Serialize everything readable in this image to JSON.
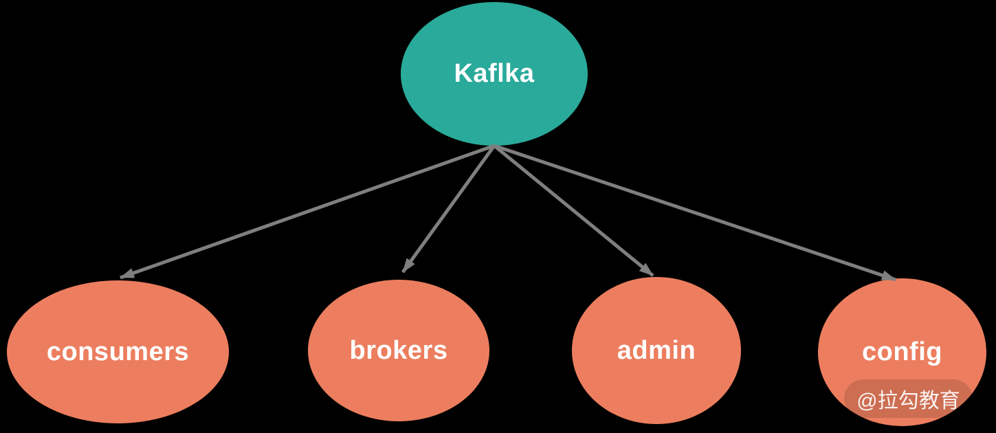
{
  "colors": {
    "background": "#000000",
    "root_fill": "#2aaa9b",
    "child_fill": "#ec7e5f",
    "arrow": "#7f7f7f",
    "label_text": "#ffffff",
    "watermark_pill": "rgba(0,0,0,0.13)",
    "watermark_text": "rgba(255,255,255,0.92)"
  },
  "diagram": {
    "root": {
      "label": "Kaflka"
    },
    "children": [
      {
        "label": "consumers"
      },
      {
        "label": "brokers"
      },
      {
        "label": "admin"
      },
      {
        "label": "config"
      }
    ],
    "edges": [
      {
        "from": "Kaflka",
        "to": "consumers"
      },
      {
        "from": "Kaflka",
        "to": "brokers"
      },
      {
        "from": "Kaflka",
        "to": "admin"
      },
      {
        "from": "Kaflka",
        "to": "config"
      }
    ]
  },
  "watermark": {
    "text": "@拉勾教育"
  }
}
